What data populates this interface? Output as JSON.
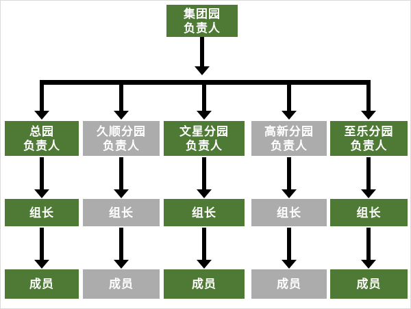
{
  "colors": {
    "green": "#4F7A35",
    "gray": "#ACACAC",
    "arrow": "#000000",
    "box_text": "#FFFFFF",
    "background": "#FFFFFF",
    "frame_border": "#D9D9D9"
  },
  "org_chart": {
    "root": {
      "label": "集团园\n负责人",
      "color": "green"
    },
    "branches": [
      {
        "head": "总园\n负责人",
        "color": "green",
        "leader": "组长",
        "member": "成员"
      },
      {
        "head": "久顺分园\n负责人",
        "color": "gray",
        "leader": "组长",
        "member": "成员"
      },
      {
        "head": "文星分园\n负责人",
        "color": "green",
        "leader": "组长",
        "member": "成员"
      },
      {
        "head": "高新分园\n负责人",
        "color": "gray",
        "leader": "组长",
        "member": "成员"
      },
      {
        "head": "至乐分园\n负责人",
        "color": "green",
        "leader": "组长",
        "member": "成员"
      }
    ]
  }
}
